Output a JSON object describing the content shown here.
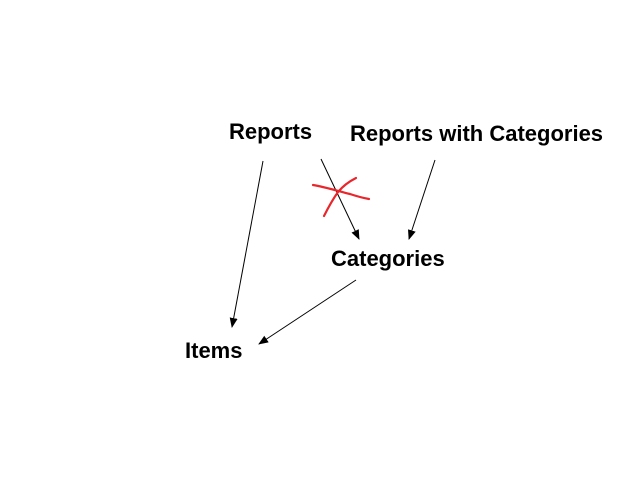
{
  "diagram": {
    "nodes": {
      "reports": "Reports",
      "reports_with_categories": "Reports with Categories",
      "categories": "Categories",
      "items": "Items"
    },
    "edges": [
      {
        "from": "reports",
        "to": "items",
        "struck_out": false
      },
      {
        "from": "reports",
        "to": "categories",
        "struck_out": true
      },
      {
        "from": "reports_with_categories",
        "to": "categories",
        "struck_out": false
      },
      {
        "from": "categories",
        "to": "items",
        "struck_out": false
      }
    ],
    "colors": {
      "text": "#000000",
      "edge": "#000000",
      "strike_mark": "#e8262b",
      "background": "#ffffff"
    }
  }
}
